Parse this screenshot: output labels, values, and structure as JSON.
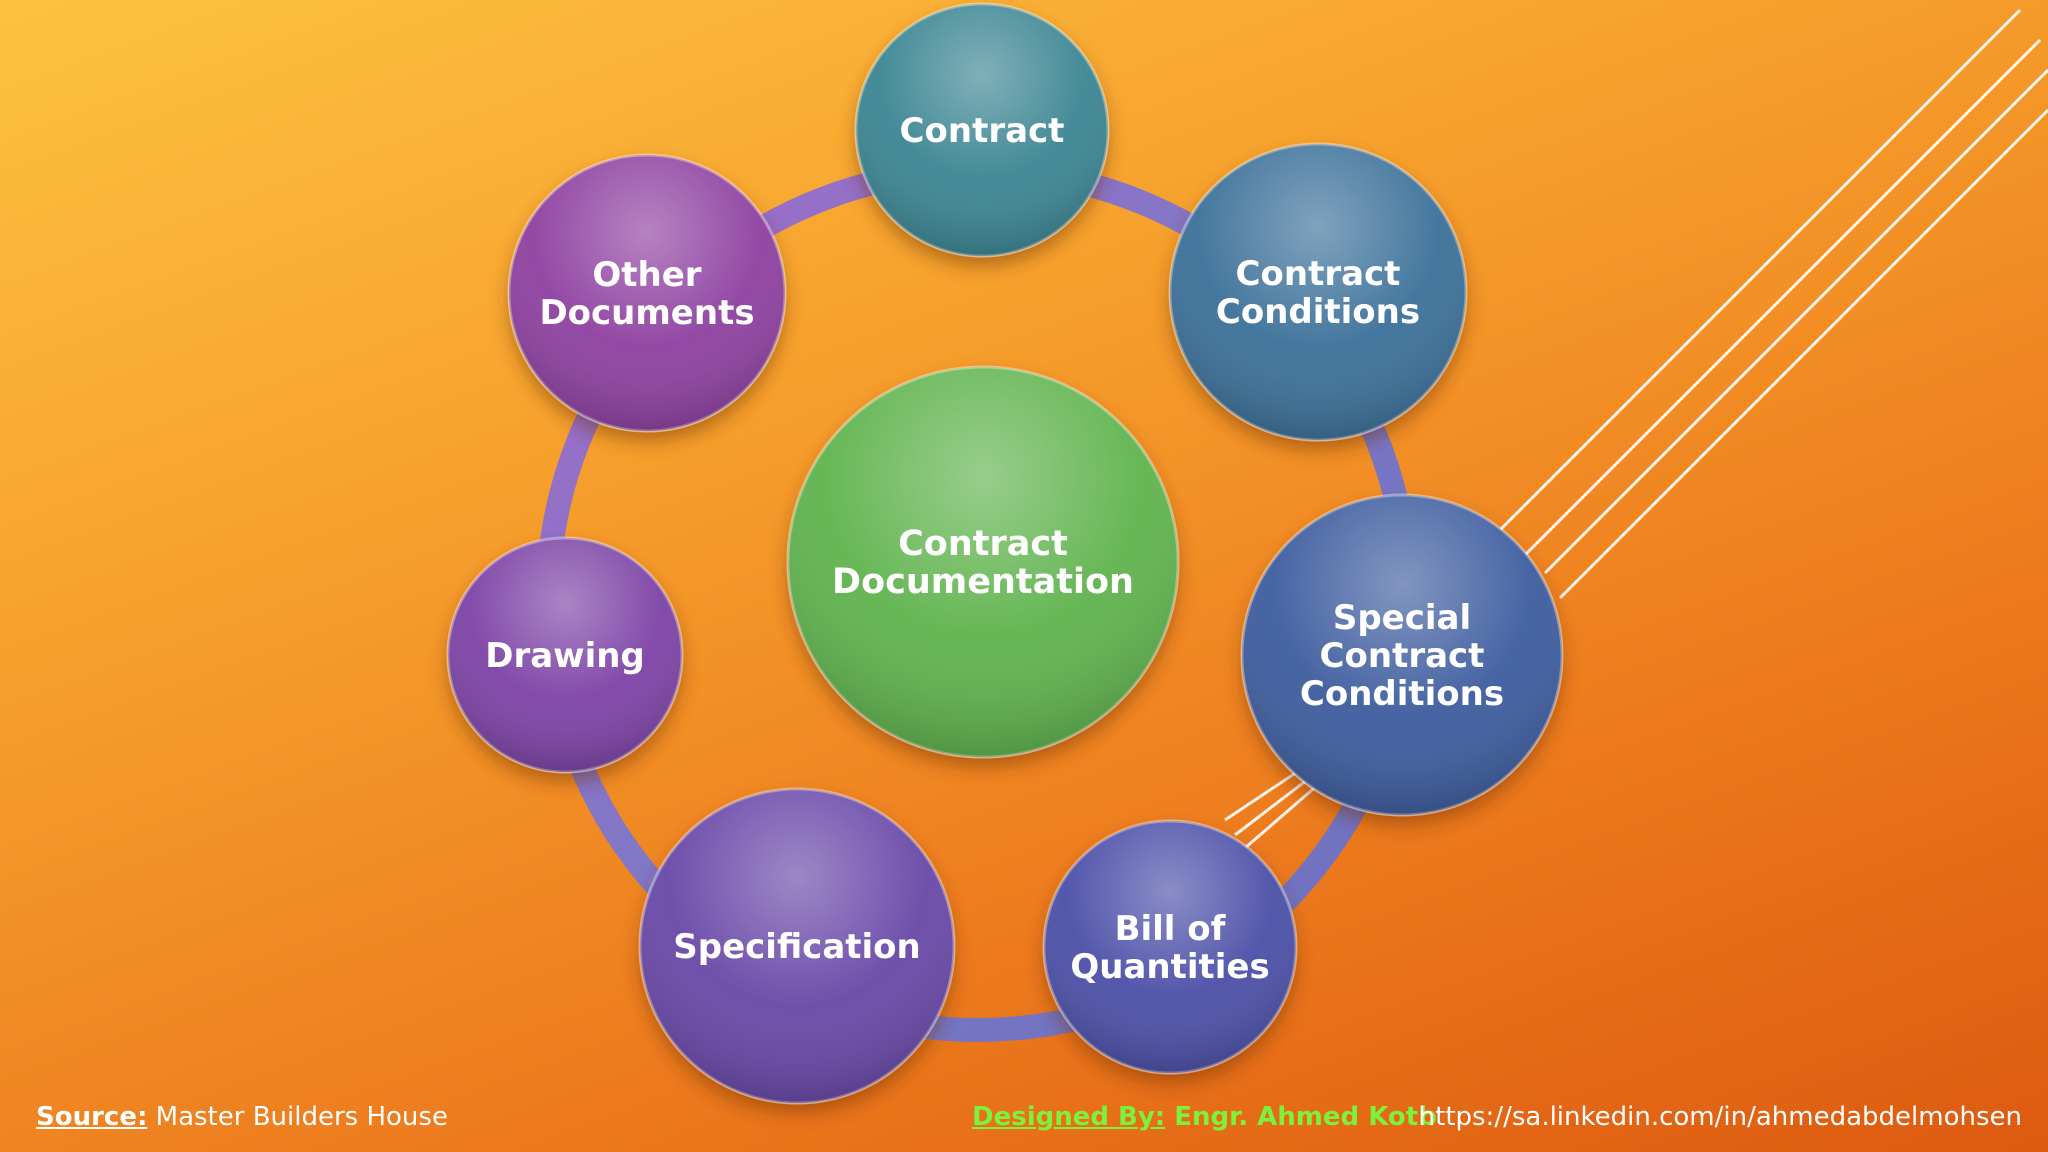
{
  "diagram": {
    "center": {
      "lines": [
        "Contract",
        "Documentation"
      ],
      "color": "#5fb34e"
    },
    "nodes": [
      {
        "id": "contract",
        "lines": [
          "Contract"
        ],
        "color": "#3a8592"
      },
      {
        "id": "contract-conditions",
        "lines": [
          "Contract",
          "Conditions"
        ],
        "color": "#3b6f99"
      },
      {
        "id": "special-contract-conditions",
        "lines": [
          "Special",
          "Contract",
          "Conditions"
        ],
        "color": "#3e5c9e"
      },
      {
        "id": "bill-of-quantities",
        "lines": [
          "Bill of",
          "Quantities"
        ],
        "color": "#4c4fa7"
      },
      {
        "id": "specification",
        "lines": [
          "Specification"
        ],
        "color": "#6747a7"
      },
      {
        "id": "drawing",
        "lines": [
          "Drawing"
        ],
        "color": "#7b43a5"
      },
      {
        "id": "other-documents",
        "lines": [
          "Other",
          "Documents"
        ],
        "color": "#8e3fa0"
      }
    ]
  },
  "footer": {
    "source_label": "Source:",
    "source_text": "Master Builders House",
    "designed_label": "Designed By:",
    "designed_text": "Engr. Ahmed Kotb",
    "url": "https://sa.linkedin.com/in/ahmedabdelmohsen"
  }
}
